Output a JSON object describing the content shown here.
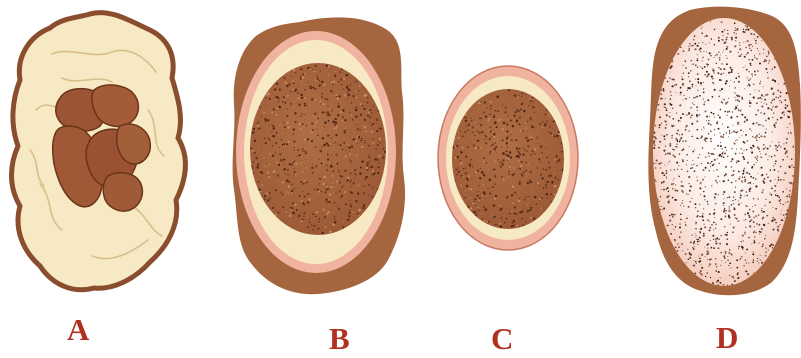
{
  "figure": {
    "labels": {
      "a": "A",
      "b": "B",
      "c": "C",
      "d": "D"
    },
    "colors": {
      "outer_brown": "#a4653f",
      "outline_brown": "#8a4e2e",
      "cream": "#f6e9c4",
      "pink_ring": "#efb3a0",
      "core_brown": "#a7653f",
      "nuclei": "#9c5534",
      "speckle_dark": "#4e2614",
      "pale_pink": "#f8e4dc",
      "label_red": "#b1301f"
    }
  }
}
